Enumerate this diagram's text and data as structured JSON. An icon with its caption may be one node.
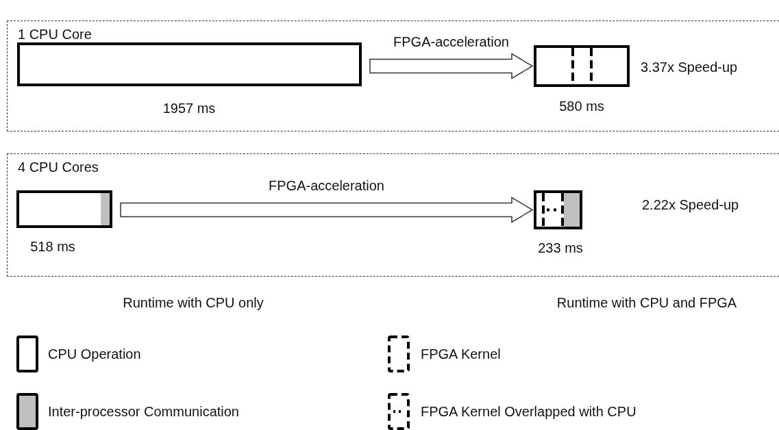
{
  "diagram": {
    "nodes": [
      {
        "text": [
          "1 CPU Core"
        ]
      },
      {
        "text": [],
        "shape": "bar",
        "in": 0,
        "beside": [
          "1957 ms"
        ]
      },
      {
        "text": [],
        "shape": "bar",
        "in": 0,
        "beside": [
          "580 ms",
          "3.37x Speed-up"
        ]
      },
      {
        "text": [
          "4 CPU Cores"
        ]
      },
      {
        "text": [],
        "shape": "bar",
        "in": 3,
        "beside": [
          "518 ms"
        ]
      },
      {
        "text": [],
        "shape": "bar",
        "in": 3,
        "beside": [
          "233 ms"
        ]
      }
    ],
    "edges": [
      {
        "from": 1,
        "to": 2,
        "arrow": "to",
        "label": "FPGA-acceleration"
      },
      {
        "from": 4,
        "to": 5,
        "arrow": "to",
        "label": "FPGA-acceleration"
      }
    ],
    "labels": [
      "2.22x Speed-up",
      "Runtime with CPU only",
      "Runtime with CPU and FPGA"
    ],
    "legend": [
      {
        "text": "CPU Operation"
      },
      {
        "text": "Inter-processor Communication",
        "color": "#c0c0c0"
      },
      {
        "text": "FPGA Kernel"
      },
      {
        "text": "FPGA Kernel Overlapped with CPU"
      }
    ]
  }
}
